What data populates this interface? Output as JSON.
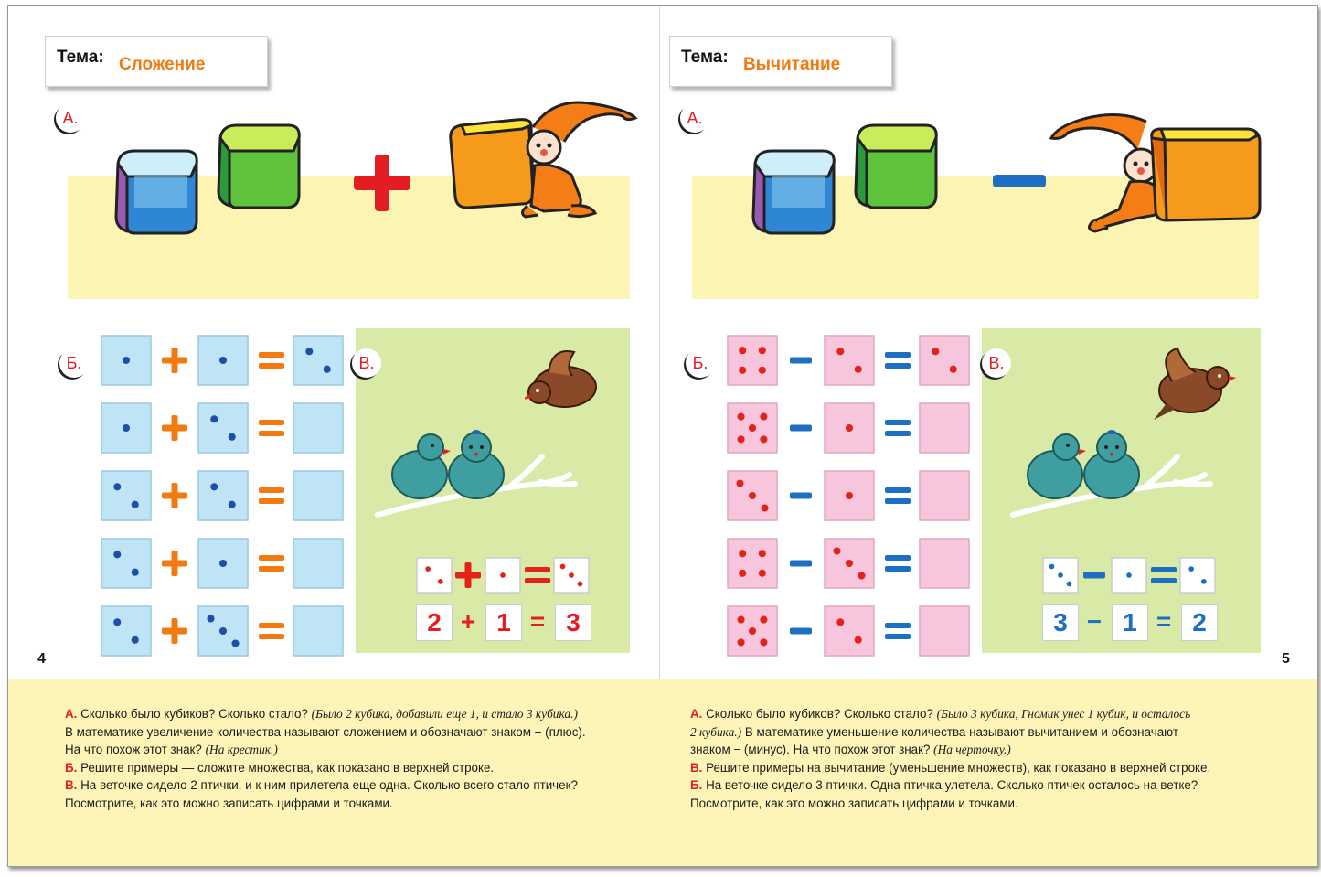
{
  "left_page": {
    "topic_label": "Тема:",
    "topic_name": "Сложение",
    "tag_a": "А.",
    "tag_b": "Б.",
    "tag_c": "В.",
    "page_number": "4",
    "operator": "+",
    "equals": "=",
    "example_numbers": {
      "a": "2",
      "op": "+",
      "b": "1",
      "eq": "=",
      "result": "3"
    }
  },
  "right_page": {
    "topic_label": "Тема:",
    "topic_name": "Вычитание",
    "tag_a": "А.",
    "tag_b": "Б.",
    "tag_c": "В.",
    "page_number": "5",
    "operator": "−",
    "equals": "=",
    "example_numbers": {
      "a": "3",
      "op": "−",
      "b": "1",
      "eq": "=",
      "result": "2"
    }
  },
  "colors": {
    "accent_orange": "#f27a10",
    "tag_red": "#e21d24",
    "dice_blue": "#bfe4f6",
    "dice_pink": "#f8c6dc",
    "strip_yellow": "#fbf4b2",
    "panel_green": "#d9e9a6",
    "note_yellow": "#fdf5b8",
    "minus_blue": "#1d6fc2"
  },
  "notes_left": {
    "l1_key": "А.",
    "l1_text": " Сколько было кубиков? Сколько стало? ",
    "l1_hint": "(Было 2 кубика, добавили еще 1, и стало 3 кубика.)",
    "l2_text": "В математике увеличение количества называют сложением и обозначают знаком + (плюс).",
    "l3_text": "На что похож этот знак? ",
    "l3_hint": "(На крестик.)",
    "l4_key": "Б.",
    "l4_text": " Решите примеры — сложите множества, как показано в верхней строке.",
    "l5_key": "В.",
    "l5_text": " На веточке сидело 2 птички, и к ним прилетела еще одна. Сколько всего стало птичек?",
    "l6_text": "Посмотрите, как это можно записать цифрами и точками."
  },
  "notes_right": {
    "l1_key": "А.",
    "l1_text": " Сколько было кубиков? Сколько стало? ",
    "l1_hint": "(Было 3 кубика, Гномик унес 1 кубик, и осталось",
    "l2_hint": "2 кубика.)",
    "l2_text": " В математике уменьшение количества называют вычитанием и обозначают",
    "l3_text": "знаком − (минус). На что похож этот знак? ",
    "l3_hint": "(На черточку.)",
    "l4_key": "В.",
    "l4_text": " Решите примеры на вычитание (уменьшение множеств), как показано в верхней строке.",
    "l5_key": "Б.",
    "l5_text": " На веточке сидело 3 птички. Одна птичка улетела. Сколько птичек осталось на ветке?",
    "l6_text": "Посмотрите, как это можно записать цифрами и точками."
  }
}
